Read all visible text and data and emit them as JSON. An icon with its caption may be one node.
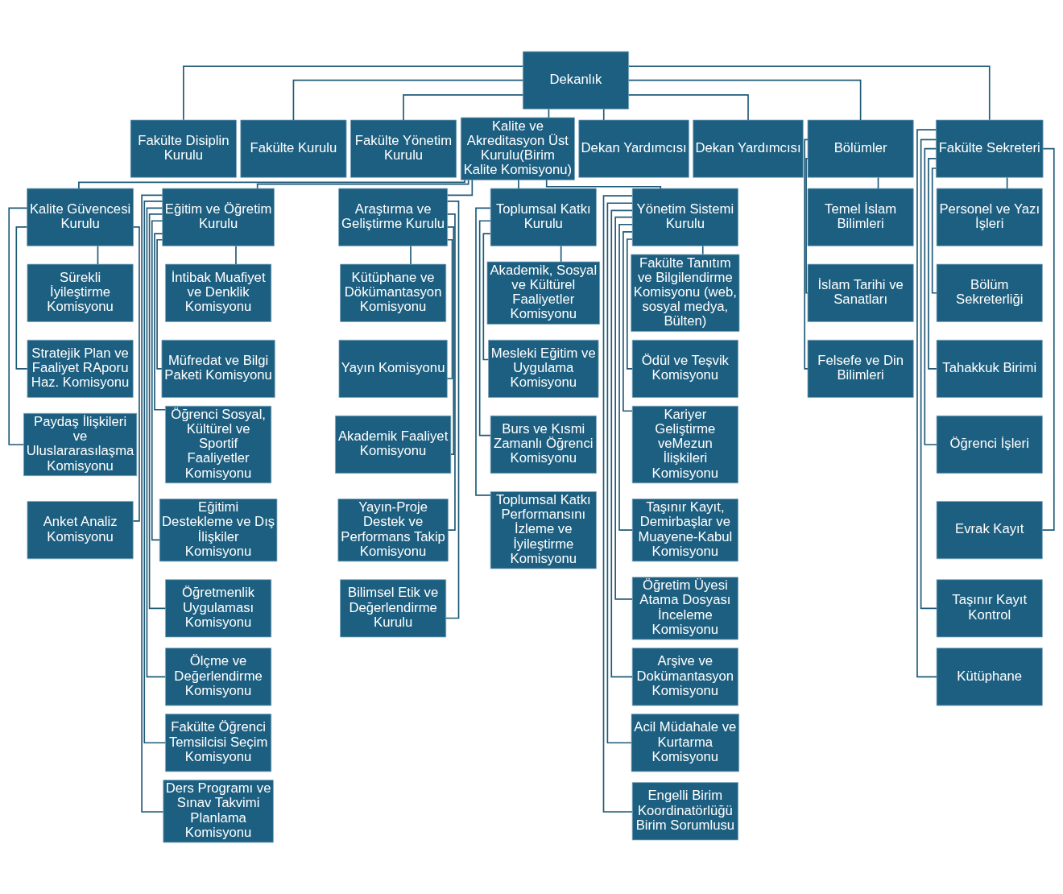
{
  "diagram": {
    "nodes": [
      {
        "text": [
          "Dekanlık"
        ]
      },
      {
        "text": [
          "Fakülte Disiplin Kurulu"
        ]
      },
      {
        "text": [
          "Fakülte Kurulu"
        ]
      },
      {
        "text": [
          "Fakülte Yönetim Kurulu"
        ]
      },
      {
        "text": [
          "Kalite ve Akreditasyon Üst Kurulu(Birim Kalite Komisyonu)"
        ]
      },
      {
        "text": [
          "Dekan Yardımcısı"
        ]
      },
      {
        "text": [
          "Dekan Yardımcısı"
        ]
      },
      {
        "text": [
          "Bölümler"
        ]
      },
      {
        "text": [
          "Fakülte Sekreteri"
        ]
      },
      {
        "text": [
          "Kalite Güvencesi Kurulu"
        ]
      },
      {
        "text": [
          "Eğitim ve Öğretim Kurulu"
        ]
      },
      {
        "text": [
          "Araştırma ve Geliştirme Kurulu"
        ]
      },
      {
        "text": [
          "Toplumsal Katkı Kurulu"
        ]
      },
      {
        "text": [
          "Yönetim Sistemi Kurulu"
        ]
      },
      {
        "text": [
          "Temel İslam Bilimleri"
        ]
      },
      {
        "text": [
          "İslam Tarihi ve Sanatları"
        ]
      },
      {
        "text": [
          "Felsefe ve Din Bilimleri"
        ]
      },
      {
        "text": [
          "Personel ve Yazı İşleri"
        ]
      },
      {
        "text": [
          "Bölüm Sekreterliği"
        ]
      },
      {
        "text": [
          "Tahakkuk Birimi"
        ]
      },
      {
        "text": [
          "Öğrenci İşleri"
        ]
      },
      {
        "text": [
          "Evrak Kayıt"
        ]
      },
      {
        "text": [
          "Taşınır Kayıt Kontrol"
        ]
      },
      {
        "text": [
          "Kütüphane"
        ]
      },
      {
        "text": [
          "Sürekli İyileştirme Komisyonu"
        ]
      },
      {
        "text": [
          "Stratejik Plan ve Faaliyet RAporu Haz. Komisyonu"
        ]
      },
      {
        "text": [
          "Paydaş İlişkileri ve Uluslararasılaşma Komisyonu"
        ]
      },
      {
        "text": [
          "Anket Analiz Komisyonu"
        ]
      },
      {
        "text": [
          "İntibak Muafiyet ve Denklik Komisyonu"
        ]
      },
      {
        "text": [
          "Müfredat ve Bilgi Paketi Komisyonu"
        ]
      },
      {
        "text": [
          "Öğrenci Sosyal, Kültürel ve Sportif Faaliyetler Komisyonu"
        ]
      },
      {
        "text": [
          "Eğitimi Destekleme ve Dış İlişkiler Komisyonu"
        ]
      },
      {
        "text": [
          "Öğretmenlik Uygulaması Komisyonu"
        ]
      },
      {
        "text": [
          "Ölçme ve Değerlendirme Komisyonu"
        ]
      },
      {
        "text": [
          "Fakülte Öğrenci Temsilcisi Seçim Komisyonu"
        ]
      },
      {
        "text": [
          "Ders Programı ve Sınav Takvimi Planlama Komisyonu"
        ]
      },
      {
        "text": [
          "Kütüphane ve Dökümantasyon Komisyonu"
        ]
      },
      {
        "text": [
          "Yayın Komisyonu"
        ]
      },
      {
        "text": [
          "Akademik Faaliyet Komisyonu"
        ]
      },
      {
        "text": [
          "Yayın-Proje Destek ve Performans Takip Komisyonu"
        ]
      },
      {
        "text": [
          "Bilimsel Etik ve Değerlendirme Kurulu"
        ]
      },
      {
        "text": [
          "Akademik, Sosyal ve Kültürel Faaliyetler Komisyonu"
        ]
      },
      {
        "text": [
          "Mesleki Eğitim ve Uygulama Komisyonu"
        ]
      },
      {
        "text": [
          "Burs ve Kısmi Zamanlı Öğrenci Komisyonu"
        ]
      },
      {
        "text": [
          "Toplumsal Katkı Performansını İzleme ve İyileştirme Komisyonu"
        ]
      },
      {
        "text": [
          "Fakülte Tanıtım ve Bilgilendirme Komisyonu (web, sosyal medya, Bülten)"
        ]
      },
      {
        "text": [
          "Ödül ve Teşvik Komisyonu"
        ]
      },
      {
        "text": [
          "Kariyer Geliştirme veMezun İlişkileri Komisyonu"
        ]
      },
      {
        "text": [
          "Taşınır Kayıt, Demirbaşlar ve Muayene-Kabul Komisyonu"
        ]
      },
      {
        "text": [
          "Öğretim Üyesi Atama Dosyası İnceleme Komisyonu"
        ]
      },
      {
        "text": [
          "Arşive ve Dokümantasyon Komisyonu"
        ]
      },
      {
        "text": [
          "Acil Müdahale ve Kurtarma Komisyonu"
        ]
      },
      {
        "text": [
          "Engelli Birim Koordinatörlüğü Birim Sorumlusu"
        ]
      }
    ],
    "edges": [
      {
        "from": 0,
        "to": 1,
        "arrow": "none"
      },
      {
        "from": 0,
        "to": 2,
        "arrow": "none"
      },
      {
        "from": 0,
        "to": 3,
        "arrow": "none"
      },
      {
        "from": 0,
        "to": 4,
        "arrow": "none"
      },
      {
        "from": 0,
        "to": 5,
        "arrow": "none"
      },
      {
        "from": 0,
        "to": 6,
        "arrow": "none"
      },
      {
        "from": 0,
        "to": 7,
        "arrow": "none"
      },
      {
        "from": 0,
        "to": 8,
        "arrow": "none"
      },
      {
        "from": 4,
        "to": 9,
        "arrow": "none"
      },
      {
        "from": 4,
        "to": 10,
        "arrow": "none"
      },
      {
        "from": 4,
        "to": 11,
        "arrow": "none"
      },
      {
        "from": 4,
        "to": 12,
        "arrow": "none"
      },
      {
        "from": 4,
        "to": 13,
        "arrow": "none"
      },
      {
        "from": 7,
        "to": 14,
        "arrow": "none"
      },
      {
        "from": 7,
        "to": 15,
        "arrow": "none"
      },
      {
        "from": 7,
        "to": 16,
        "arrow": "none"
      },
      {
        "from": 8,
        "to": 17,
        "arrow": "none"
      },
      {
        "from": 8,
        "to": 18,
        "arrow": "none"
      },
      {
        "from": 8,
        "to": 19,
        "arrow": "none"
      },
      {
        "from": 8,
        "to": 20,
        "arrow": "none"
      },
      {
        "from": 8,
        "to": 21,
        "arrow": "none"
      },
      {
        "from": 8,
        "to": 22,
        "arrow": "none"
      },
      {
        "from": 8,
        "to": 23,
        "arrow": "none"
      },
      {
        "from": 9,
        "to": 24,
        "arrow": "none"
      },
      {
        "from": 9,
        "to": 25,
        "arrow": "none"
      },
      {
        "from": 9,
        "to": 26,
        "arrow": "none"
      },
      {
        "from": 9,
        "to": 27,
        "arrow": "none"
      },
      {
        "from": 10,
        "to": 28,
        "arrow": "none"
      },
      {
        "from": 10,
        "to": 29,
        "arrow": "none"
      },
      {
        "from": 10,
        "to": 30,
        "arrow": "none"
      },
      {
        "from": 10,
        "to": 31,
        "arrow": "none"
      },
      {
        "from": 10,
        "to": 32,
        "arrow": "none"
      },
      {
        "from": 10,
        "to": 33,
        "arrow": "none"
      },
      {
        "from": 10,
        "to": 34,
        "arrow": "none"
      },
      {
        "from": 10,
        "to": 35,
        "arrow": "none"
      },
      {
        "from": 11,
        "to": 36,
        "arrow": "none"
      },
      {
        "from": 11,
        "to": 37,
        "arrow": "none"
      },
      {
        "from": 11,
        "to": 38,
        "arrow": "none"
      },
      {
        "from": 11,
        "to": 39,
        "arrow": "none"
      },
      {
        "from": 11,
        "to": 40,
        "arrow": "none"
      },
      {
        "from": 12,
        "to": 41,
        "arrow": "none"
      },
      {
        "from": 12,
        "to": 42,
        "arrow": "none"
      },
      {
        "from": 12,
        "to": 43,
        "arrow": "none"
      },
      {
        "from": 12,
        "to": 44,
        "arrow": "none"
      },
      {
        "from": 13,
        "to": 45,
        "arrow": "none"
      },
      {
        "from": 13,
        "to": 46,
        "arrow": "none"
      },
      {
        "from": 13,
        "to": 47,
        "arrow": "none"
      },
      {
        "from": 13,
        "to": 48,
        "arrow": "none"
      },
      {
        "from": 13,
        "to": 49,
        "arrow": "none"
      },
      {
        "from": 13,
        "to": 50,
        "arrow": "none"
      },
      {
        "from": 13,
        "to": 51,
        "arrow": "none"
      },
      {
        "from": 13,
        "to": 52,
        "arrow": "none"
      }
    ]
  }
}
